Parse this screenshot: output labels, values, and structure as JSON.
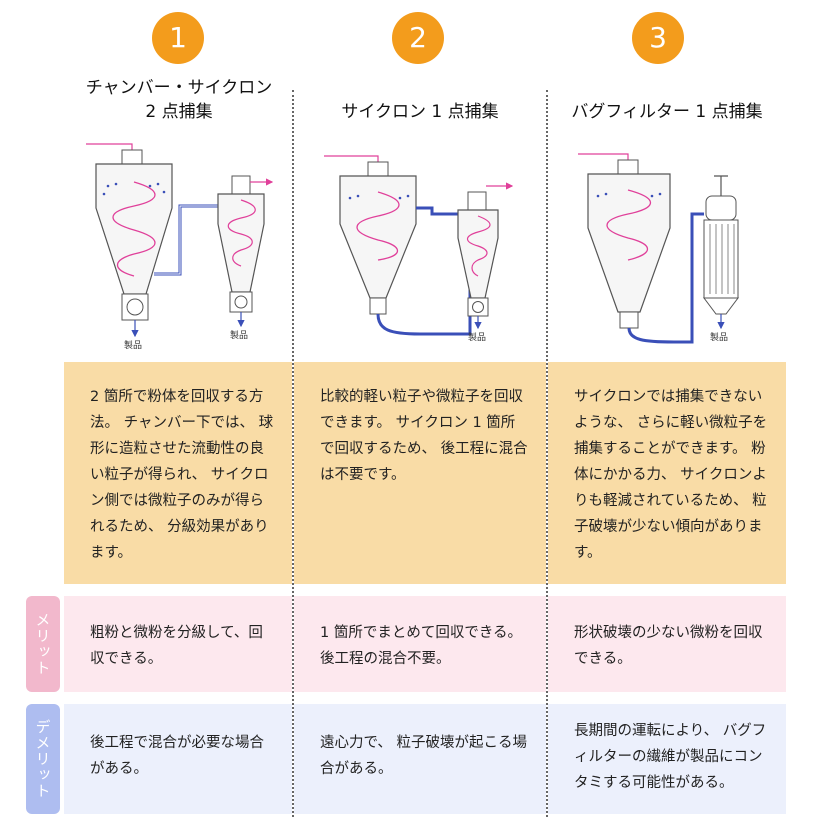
{
  "columns": [
    {
      "number": "1",
      "title_line1": "チャンバー・サイクロン",
      "title_line2": "2 点捕集",
      "product_label_a": "製品",
      "product_label_b": "製品",
      "description": "2 箇所で粉体を回収する方法。 チャンバー下では、 球形に造粒させた流動性の良い粒子が得られ、 サイクロン側では微粒子のみが得られるため、 分級効果があります。",
      "merit": "粗粉と微粉を分級して、回収できる。",
      "demerit": "後工程で混合が必要な場合がある。"
    },
    {
      "number": "2",
      "title_line1": "サイクロン 1 点捕集",
      "title_line2": "",
      "product_label_a": "製品",
      "product_label_b": "",
      "description": "比較的軽い粒子や微粒子を回収できます。 サイクロン 1 箇所で回収するため、 後工程に混合は不要です。",
      "merit": "1 箇所でまとめて回収できる。後工程の混合不要。",
      "demerit": "遠心力で、 粒子破壊が起こる場合がある。"
    },
    {
      "number": "3",
      "title_line1": "バグフィルター 1 点捕集",
      "title_line2": "",
      "product_label_a": "製品",
      "product_label_b": "",
      "description": "サイクロンでは捕集できないような、 さらに軽い微粒子を捕集することができます。 粉体にかかる力、 サイクロンよりも軽減されているため、 粒子破壊が少ない傾向があります。",
      "merit": "形状破壊の少ない微粉を回収できる。",
      "demerit": "長期間の運転により、 バグフィルターの繊維が製品にコンタミする可能性がある。"
    }
  ],
  "row_labels": {
    "merit": "メリット",
    "demerit": "デメリット"
  },
  "colors": {
    "badge": "#f39c1c",
    "description_bg": "#f9dca6",
    "merit_bg": "#fde8ee",
    "demerit_bg": "#ecf0fc",
    "merit_label": "#f2b8cc",
    "demerit_label": "#aebdf0",
    "spiral": "#e0409a",
    "duct": "#3a4fb8"
  }
}
